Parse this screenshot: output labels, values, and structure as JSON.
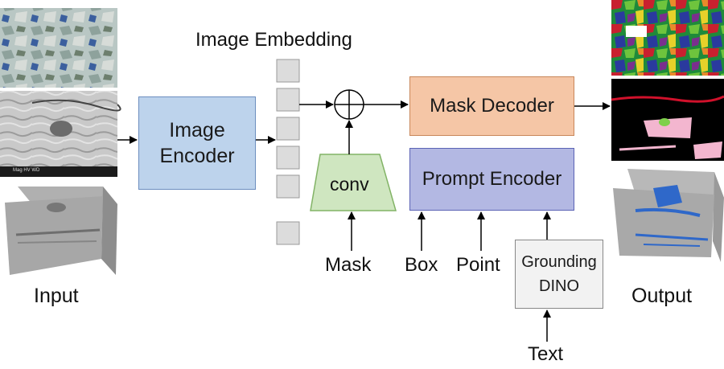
{
  "labels": {
    "image_embedding": "Image Embedding",
    "image_encoder": "Image\nEncoder",
    "mask_decoder": "Mask Decoder",
    "prompt_encoder": "Prompt Encoder",
    "conv": "conv",
    "grounding_dino": "Grounding\nDINO",
    "mask": "Mask",
    "box": "Box",
    "point": "Point",
    "text": "Text",
    "input": "Input",
    "output": "Output",
    "sem_scale": "Mag",
    "sem_scale_2": "HV",
    "sem_scale_3": "WD"
  },
  "colors": {
    "encoder_fill": "#bdd3ec",
    "encoder_border": "#6c8ebf",
    "decoder_fill": "#f5c6a6",
    "decoder_border": "#c8875a",
    "prompt_fill": "#b3b8e3",
    "prompt_border": "#5b63b5",
    "conv_fill": "#cfe6c0",
    "conv_border": "#82b366",
    "dino_fill": "#f2f2f2",
    "dino_border": "#888888",
    "embed_fill": "#dcdcdc",
    "embed_border": "#9a9a9a"
  },
  "icons": {
    "sum_node": "circle-plus-icon",
    "arrows": "arrow-icon"
  }
}
